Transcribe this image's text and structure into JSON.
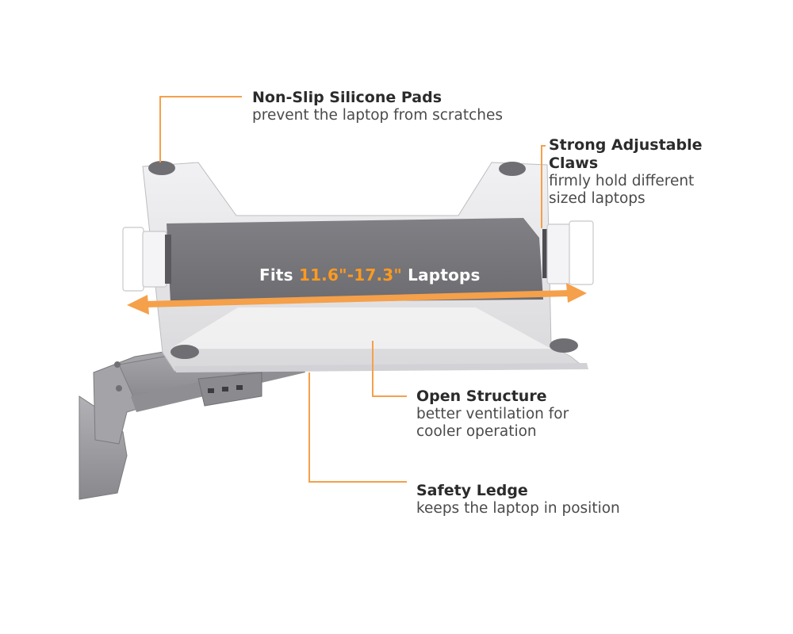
{
  "callouts": {
    "pads": {
      "title": "Non-Slip Silicone Pads",
      "desc": "prevent the laptop from scratches"
    },
    "claws": {
      "title_1": "Strong Adjustable",
      "title_2": "Claws",
      "desc_1": "firmly hold different",
      "desc_2": "sized laptops"
    },
    "open_structure": {
      "title": "Open Structure",
      "desc_1": "better ventilation for",
      "desc_2": "cooler operation"
    },
    "ledge": {
      "title": "Safety Ledge",
      "desc": "keeps the laptop in position"
    }
  },
  "fits": {
    "prefix": "Fits ",
    "range": "11.6\"-17.3\"",
    "suffix": " Laptops"
  },
  "colors": {
    "accent": "#f5a04a",
    "tray": "#e9e9eb",
    "pad": "#6f6f73",
    "panel": "#7b7b80",
    "arm": "#9a9a9f",
    "arm_dark": "#6e6e73",
    "claw": "#ffffff"
  }
}
